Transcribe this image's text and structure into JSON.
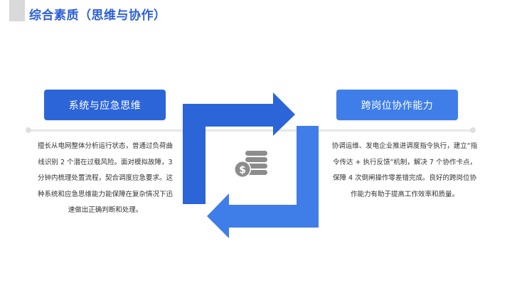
{
  "page": {
    "title": "综合素质（思维与协作）"
  },
  "left_section": {
    "heading": "系统与应急思维",
    "description": "擅长从电网整体分析运行状态，曾通过负荷曲线识别 2 个潜在过载风险。面对模拟故障，3 分钟内梳理处置流程，契合调度应急要求。这种系统和应急思维能力能保障在复杂情况下迅速做出正确判断和处理。"
  },
  "right_section": {
    "heading": "跨岗位协作能力",
    "description": "协调运维、发电企业推进调度指令执行，建立“指令传达 + 执行反馈”机制，解决 7 个协作卡点，保障 4 次倒闸操作零差错完成。良好的跨岗位协作能力有助于提高工作效率和质量。"
  },
  "center_graphic": {
    "icon": "coins-dollar-icon",
    "arrows": [
      "arrow-right-top",
      "arrow-left-bottom"
    ]
  },
  "colors": {
    "title_blue": "#2c5fd6",
    "left_heading_bg": "#2c65d8",
    "right_heading_bg": "#3f7ee8",
    "arrow_dark": "#2c65d8",
    "arrow_light": "#3f7ee8",
    "icon_gray": "#8c8c8c",
    "timeline_gray": "#e7e7e7"
  }
}
